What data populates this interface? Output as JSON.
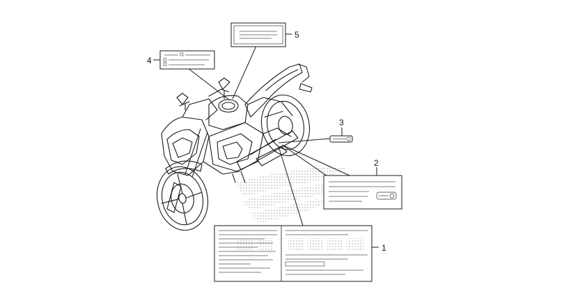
{
  "callouts": [
    {
      "id": "label-1",
      "number": "1"
    },
    {
      "id": "label-2",
      "number": "2"
    },
    {
      "id": "label-3",
      "number": "3"
    },
    {
      "id": "label-4",
      "number": "4"
    },
    {
      "id": "label-5",
      "number": "5"
    }
  ],
  "colors": {
    "line": "#1a1a1a",
    "label_fill": "#ffffff",
    "logo_dots": "#b8b8b8"
  }
}
